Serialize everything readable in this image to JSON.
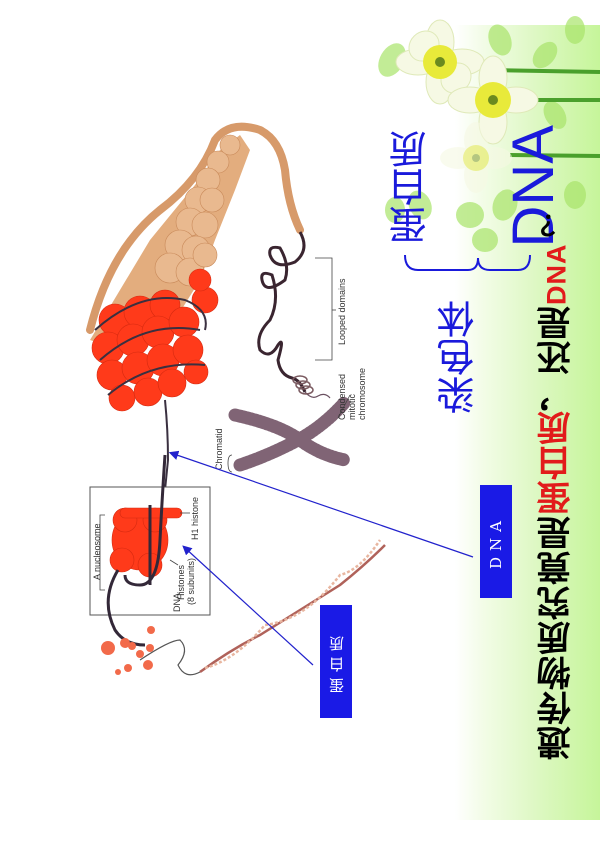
{
  "slide": {
    "orientation": "rotated 90deg counter-clockwise",
    "background_panel_color": "#c6f59a",
    "text_color_blue": "#1a1adb",
    "text_color_red": "#e21b1b",
    "tag_color": "#1a1ae6"
  },
  "title": {
    "prefix": "遗传物质究竟是",
    "protein": "蛋白质",
    "comma": "，还是",
    "dna": "DNA",
    "question_mark": "？"
  },
  "composition": {
    "chromosome": "染色体",
    "protein": "蛋白质",
    "dna": "DNA"
  },
  "tags": {
    "dna": "DNA",
    "protein": "蛋白质"
  },
  "figure_labels": {
    "looped_domains": "Looped domains",
    "condensed": "Condensed",
    "mitotic": "mitotic",
    "chromosome": "chromosome",
    "chromatid": "Chromatid",
    "nucleosome": "A nucleosome",
    "h1_histone": "H1 histone",
    "histones": "Histones",
    "subunits": "(8 subunits)",
    "dna": "DNA"
  }
}
